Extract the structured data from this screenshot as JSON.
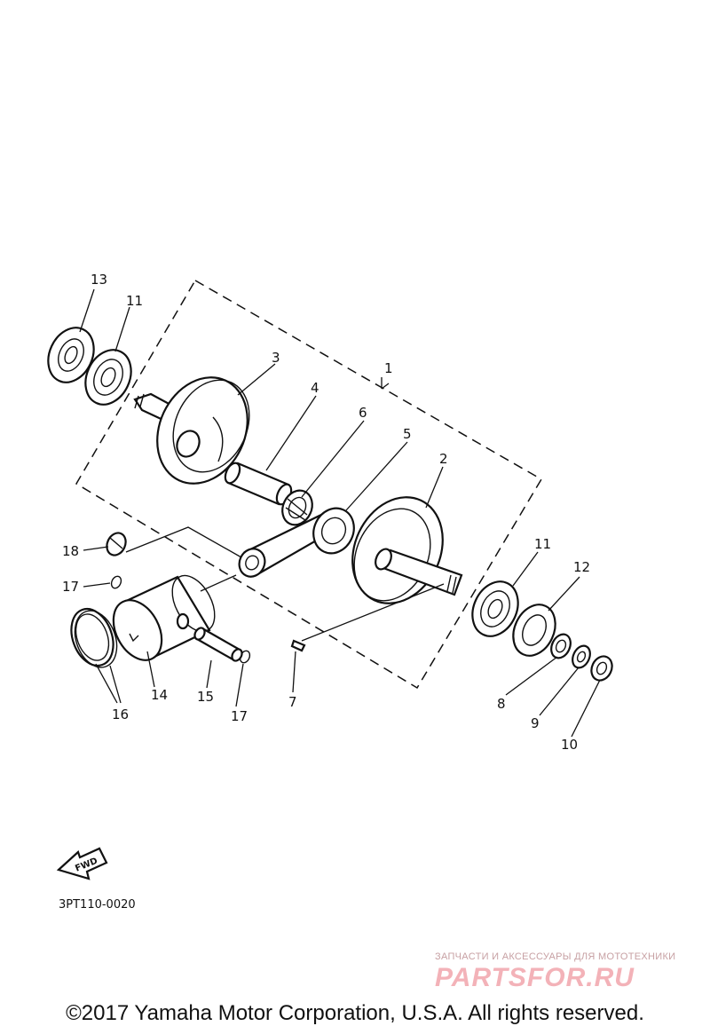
{
  "diagram": {
    "callouts": [
      "1",
      "2",
      "3",
      "4",
      "5",
      "6",
      "7",
      "8",
      "9",
      "10",
      "11",
      "11",
      "12",
      "13",
      "14",
      "15",
      "16",
      "17",
      "17",
      "18"
    ],
    "drawing_code": "3PT110-0020",
    "fwd_label": "FWD"
  },
  "watermark": {
    "tagline": "ЗАПЧАСТИ И АКСЕССУАРЫ ДЛЯ МОТОТЕХНИКИ",
    "logo_text": "PARTSFOR.RU"
  },
  "footer": {
    "copyright": "©2017 Yamaha Motor Corporation, U.S.A. All rights reserved."
  }
}
